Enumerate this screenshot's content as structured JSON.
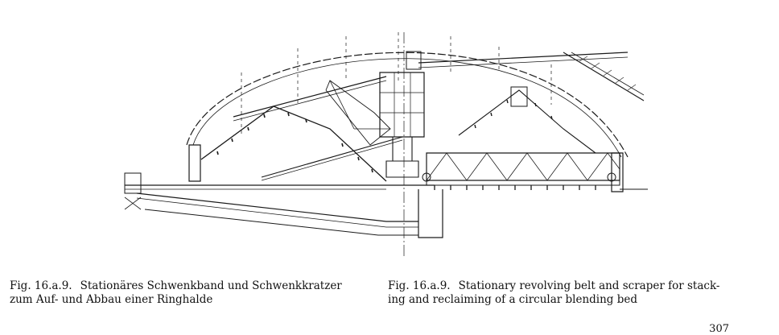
{
  "figure": {
    "caption_de": {
      "label": "Fig. 16.a.9.",
      "line1": "Stationäres Schwenkband und Schwenkkratzer",
      "line2": "zum Auf- und Abbau einer Ringhalde"
    },
    "caption_en": {
      "label": "Fig. 16.a.9.",
      "line1": "Stationary revolving belt and scraper for stack-",
      "line2": "ing and reclaiming of a circular blending bed"
    }
  },
  "page": {
    "number": "307"
  },
  "colors": {
    "ink": "#111111",
    "paper": "#ffffff"
  }
}
